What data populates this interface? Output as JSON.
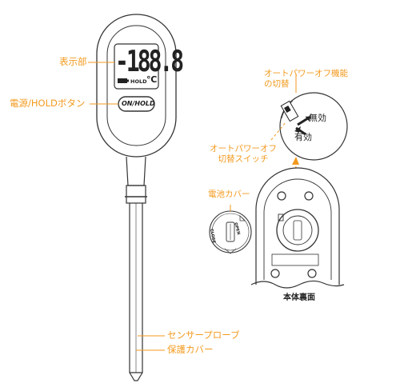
{
  "labels": {
    "display": "表示部",
    "power_hold_button": "電源/HOLDボタン",
    "auto_power_off_function_switch": "オートパワーオフ機能\nの切替",
    "auto_power_off_switch": "オートパワーオフ\n切替スイッチ",
    "battery_cover": "電池カバー",
    "back_view": "本体裏面",
    "sensor_probe": "センサープローブ",
    "protective_cover": "保護カバー"
  },
  "device": {
    "lcd_digits": "-188.8",
    "lcd_unit": "℃",
    "lcd_hold": "HOLD",
    "button_text": "ON/HOLD"
  },
  "switch_states": {
    "disabled": "無効",
    "enabled": "有効"
  },
  "battery_cover": {
    "open_text": "OPEN",
    "close_text": "CLOSE"
  },
  "colors": {
    "callout": "#f39a1e",
    "outline": "#333333"
  }
}
